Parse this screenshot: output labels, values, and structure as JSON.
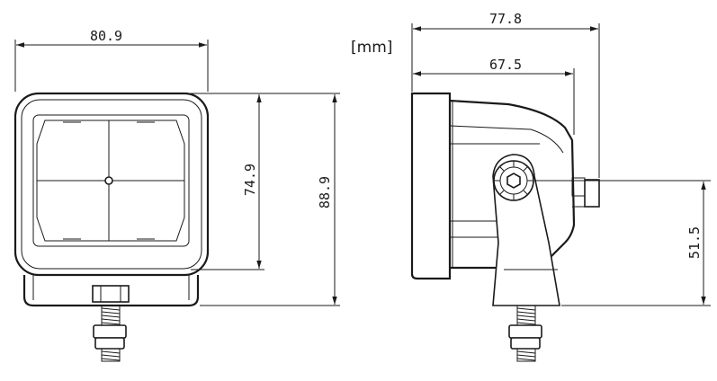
{
  "unit_label": "[mm]",
  "dimensions": {
    "front_width": "80.9",
    "front_inner_height": "74.9",
    "front_total_height": "88.9",
    "side_total_depth": "77.8",
    "side_body_depth": "67.5",
    "side_mount_height": "51.5"
  }
}
